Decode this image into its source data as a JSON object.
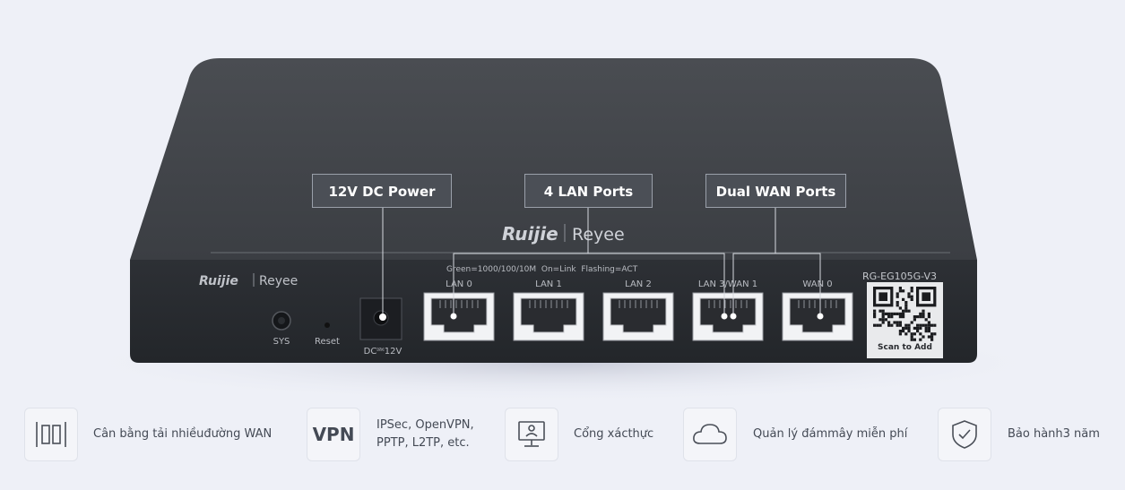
{
  "device": {
    "brand_top": "Ruijie | Reyee",
    "brand_front": "Ruijie | Reyee",
    "led_legend": "Green=1000/100/10M  On=Link  Flashing=ACT",
    "model": "RG-EG105G-V3",
    "qr_label": "Scan to Add",
    "sys_label": "SYS",
    "reset_label": "Reset",
    "dc_label": "DC⎃12V",
    "ports": [
      {
        "label": "LAN 0"
      },
      {
        "label": "LAN 1"
      },
      {
        "label": "LAN 2"
      },
      {
        "label": "LAN 3/WAN 1"
      },
      {
        "label": "WAN 0"
      }
    ]
  },
  "callouts": {
    "power": "12V DC Power",
    "lan": "4 LAN Ports",
    "wan": "Dual WAN Ports"
  },
  "features": [
    {
      "icon": "load-balance-icon",
      "text": "Cân bằng tải nhiềuđường WAN"
    },
    {
      "icon": "vpn-icon",
      "icon_text": "VPN",
      "line1": "IPSec, OpenVPN,",
      "line2": "PPTP, L2TP, etc."
    },
    {
      "icon": "portal-monitor-icon",
      "text": "Cổng xácthực"
    },
    {
      "icon": "cloud-icon",
      "text": "Quản lý đámmây miễn phí"
    },
    {
      "icon": "shield-check-icon",
      "text": "Bảo hành3 năm"
    }
  ],
  "colors": {
    "background": "#eef0f7",
    "device_body": "#3a3d42",
    "callout_bg": "#4b4f56",
    "text": "#444a55"
  }
}
